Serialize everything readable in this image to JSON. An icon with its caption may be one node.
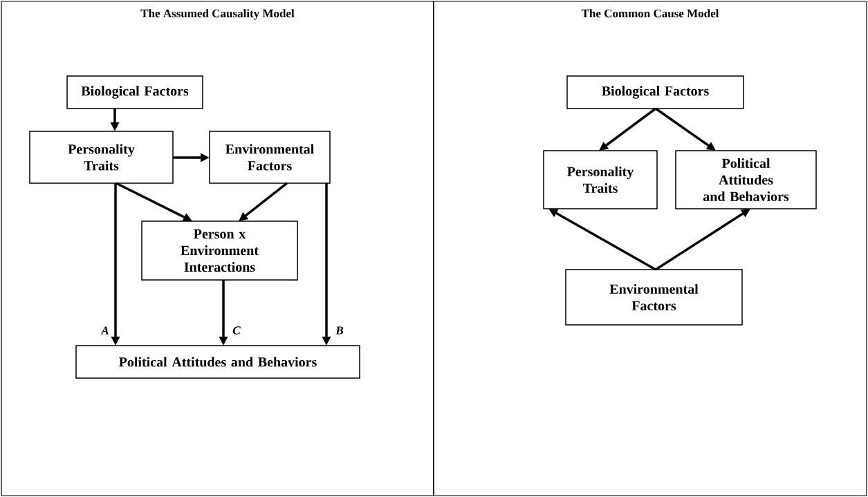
{
  "diagram": {
    "nodes": [
      {
        "text": [
          "The Assumed Causality Model"
        ]
      },
      {
        "text": [
          "Biological Factors"
        ],
        "in": 0
      },
      {
        "text": [
          "Personality Traits"
        ],
        "in": 0
      },
      {
        "text": [
          "Environmental Factors"
        ],
        "in": 0
      },
      {
        "text": [
          "Person x Environment Interactions"
        ],
        "in": 0
      },
      {
        "text": [
          "Political Attitudes and Behaviors"
        ],
        "in": 0
      },
      {
        "text": [
          "The Common Cause Model"
        ]
      },
      {
        "text": [
          "Biological Factors"
        ],
        "in": 6
      },
      {
        "text": [
          "Personality Traits"
        ],
        "in": 6
      },
      {
        "text": [
          "Political Attitudes and Behaviors"
        ],
        "in": 6
      },
      {
        "text": [
          "Environmental Factors"
        ],
        "in": 6
      }
    ],
    "edges": [
      {
        "from": 1,
        "to": 2,
        "arrow": "to"
      },
      {
        "from": 2,
        "to": 3,
        "arrow": "to"
      },
      {
        "from": 2,
        "to": 4,
        "arrow": "to"
      },
      {
        "from": 3,
        "to": 4,
        "arrow": "to"
      },
      {
        "from": 2,
        "to": 5,
        "arrow": "to",
        "label": "A"
      },
      {
        "from": 4,
        "to": 5,
        "arrow": "to",
        "label": "C"
      },
      {
        "from": 3,
        "to": 5,
        "arrow": "to",
        "label": "B"
      },
      {
        "from": 7,
        "to": 8,
        "arrow": "to"
      },
      {
        "from": 7,
        "to": 9,
        "arrow": "to"
      },
      {
        "from": 10,
        "to": 8,
        "arrow": "to"
      },
      {
        "from": 10,
        "to": 9,
        "arrow": "to"
      }
    ]
  }
}
